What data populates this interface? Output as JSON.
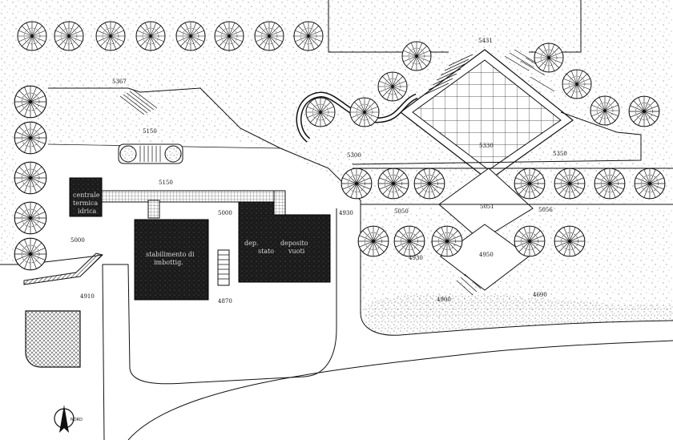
{
  "plan": {
    "elevations": [
      {
        "id": "e5431",
        "text": "5431"
      },
      {
        "id": "e5150a",
        "text": "5150"
      },
      {
        "id": "e5150b",
        "text": "5150"
      },
      {
        "id": "e5000a",
        "text": "5000"
      },
      {
        "id": "e5000b",
        "text": "5000"
      },
      {
        "id": "e5300",
        "text": "5300"
      },
      {
        "id": "e4930a",
        "text": "4930"
      },
      {
        "id": "e4930b",
        "text": "4930"
      },
      {
        "id": "e5050",
        "text": "5050"
      },
      {
        "id": "e5051",
        "text": "5051"
      },
      {
        "id": "e5056",
        "text": "5056"
      },
      {
        "id": "e4950",
        "text": "4950"
      },
      {
        "id": "e4900",
        "text": "4900"
      },
      {
        "id": "e4870",
        "text": "4870"
      },
      {
        "id": "e4910",
        "text": "4910"
      },
      {
        "id": "e5330",
        "text": "5330"
      },
      {
        "id": "e5350",
        "text": "5350"
      },
      {
        "id": "e5367",
        "text": "5367"
      },
      {
        "id": "e4690",
        "text": "4690"
      }
    ],
    "buildings": [
      {
        "id": "small",
        "label_lines": [
          "centrale",
          "termica",
          "idrica"
        ]
      },
      {
        "id": "main",
        "label_lines": [
          "stabilimento di",
          "imbottig."
        ]
      },
      {
        "id": "right",
        "label_lines": [
          "dep.",
          "stato",
          "deposito",
          "vuoti"
        ]
      }
    ],
    "north_label": "NORD",
    "colors": {
      "ink": "#111111",
      "paper": "#ffffff",
      "building_fill": "#1d1d1d"
    }
  }
}
